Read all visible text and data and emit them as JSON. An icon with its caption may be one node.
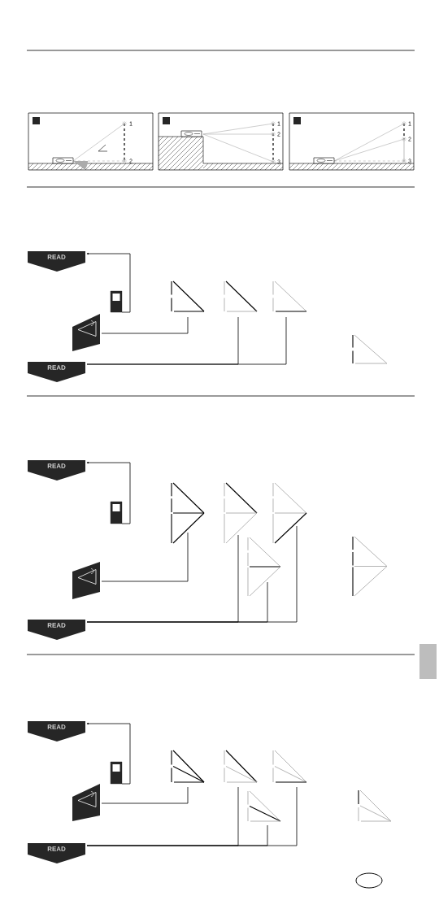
{
  "diagram": {
    "nodes": [
      {
        "text": [
          "READ"
        ]
      },
      {
        "text": [],
        "shape": "device"
      },
      {
        "text": [],
        "shape": "triangle"
      },
      {
        "text": [],
        "shape": "triangle"
      },
      {
        "text": [],
        "shape": "triangle"
      },
      {
        "text": [],
        "shape": "button"
      },
      {
        "text": [],
        "shape": "triangle"
      },
      {
        "text": [
          "READ"
        ]
      },
      {
        "text": [
          "READ"
        ]
      },
      {
        "text": [],
        "shape": "device"
      },
      {
        "text": [],
        "shape": "triangle"
      },
      {
        "text": [],
        "shape": "triangle"
      },
      {
        "text": [],
        "shape": "triangle"
      },
      {
        "text": [],
        "shape": "button"
      },
      {
        "text": [],
        "shape": "triangle"
      },
      {
        "text": [],
        "shape": "triangle"
      },
      {
        "text": [
          "READ"
        ]
      },
      {
        "text": [
          "READ"
        ]
      },
      {
        "text": [],
        "shape": "device"
      },
      {
        "text": [],
        "shape": "triangle"
      },
      {
        "text": [],
        "shape": "triangle"
      },
      {
        "text": [],
        "shape": "triangle"
      },
      {
        "text": [],
        "shape": "button"
      },
      {
        "text": [],
        "shape": "triangle"
      },
      {
        "text": [],
        "shape": "triangle"
      },
      {
        "text": [
          "READ"
        ]
      }
    ],
    "edges": [
      {
        "from": 1,
        "to": 0,
        "arrow": "to"
      },
      {
        "from": 5,
        "to": 2,
        "arrow": "none"
      },
      {
        "from": 7,
        "to": 3,
        "arrow": "none"
      },
      {
        "from": 7,
        "to": 4,
        "arrow": "none"
      },
      {
        "from": 9,
        "to": 8,
        "arrow": "to"
      },
      {
        "from": 13,
        "to": 10,
        "arrow": "none"
      },
      {
        "from": 16,
        "to": 11,
        "arrow": "none"
      },
      {
        "from": 16,
        "to": 14,
        "arrow": "none"
      },
      {
        "from": 16,
        "to": 12,
        "arrow": "none"
      },
      {
        "from": 18,
        "to": 17,
        "arrow": "to"
      },
      {
        "from": 22,
        "to": 19,
        "arrow": "none"
      },
      {
        "from": 25,
        "to": 20,
        "arrow": "none"
      },
      {
        "from": 25,
        "to": 23,
        "arrow": "none"
      },
      {
        "from": 25,
        "to": 21,
        "arrow": "none"
      }
    ],
    "labels": [
      "1",
      "2",
      "1",
      "2",
      "3",
      "1",
      "2",
      "3"
    ]
  }
}
